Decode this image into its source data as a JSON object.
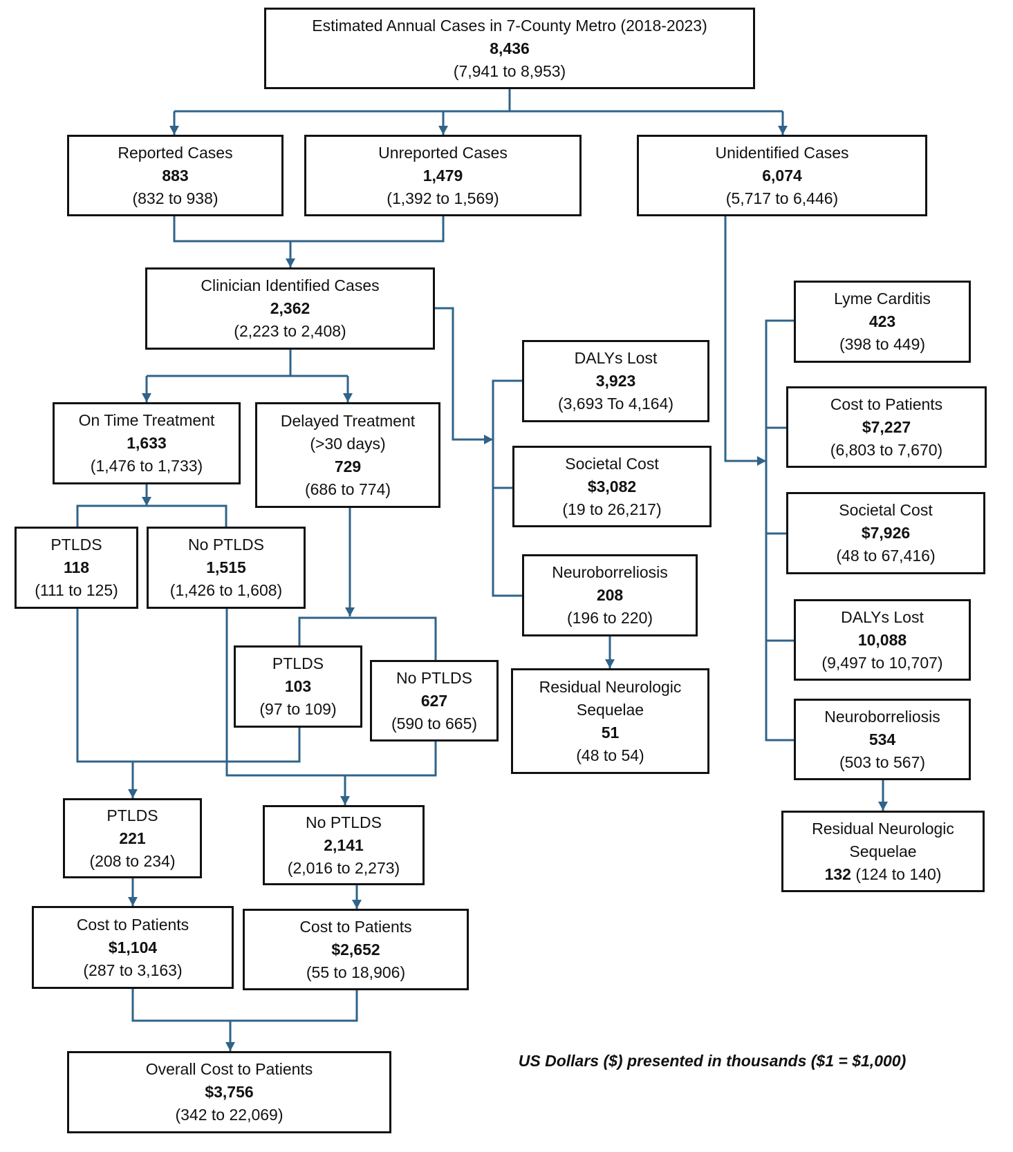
{
  "colors": {
    "connector": "#2f6389",
    "border": "#111111"
  },
  "nodes": {
    "total": {
      "title": "Estimated Annual Cases in 7-County Metro (2018-2023)",
      "value": "8,436",
      "range": "(7,941 to 8,953)"
    },
    "reported": {
      "title": "Reported Cases",
      "value": "883",
      "range": "(832 to 938)"
    },
    "unreported": {
      "title": "Unreported Cases",
      "value": "1,479",
      "range": "(1,392 to 1,569)"
    },
    "unidentified": {
      "title": "Unidentified Cases",
      "value": "6,074",
      "range": "(5,717 to 6,446)"
    },
    "clinician": {
      "title": "Clinician Identified Cases",
      "value": "2,362",
      "range": "(2,223 to 2,408)"
    },
    "on_time": {
      "title": "On Time Treatment",
      "value": "1,633",
      "range": "(1,476 to 1,733)"
    },
    "delayed": {
      "title": "Delayed Treatment",
      "subtitle": "(>30 days)",
      "value": "729",
      "range": "(686 to 774)"
    },
    "on_time_ptlds": {
      "title": "PTLDS",
      "value": "118",
      "range": "(111 to 125)"
    },
    "on_time_no_ptlds": {
      "title": "No PTLDS",
      "value": "1,515",
      "range": "(1,426 to 1,608)"
    },
    "delayed_ptlds": {
      "title": "PTLDS",
      "value": "103",
      "range": "(97 to 109)"
    },
    "delayed_no_ptlds": {
      "title": "No PTLDS",
      "value": "627",
      "range": "(590 to 665)"
    },
    "total_ptlds": {
      "title": "PTLDS",
      "value": "221",
      "range": "(208 to 234)"
    },
    "total_no_ptlds": {
      "title": "No PTLDS",
      "value": "2,141",
      "range": "(2,016 to 2,273)"
    },
    "cost_ptlds": {
      "title": "Cost to Patients",
      "value": "$1,104",
      "range": "(287 to 3,163)"
    },
    "cost_no_ptlds": {
      "title": "Cost to Patients",
      "value": "$2,652",
      "range": "(55 to 18,906)"
    },
    "overall_cost": {
      "title": "Overall Cost to Patients",
      "value": "$3,756",
      "range": "(342 to 22,069)"
    },
    "clin_dalys": {
      "title": "DALYs Lost",
      "value": "3,923",
      "range": "(3,693 To 4,164)"
    },
    "clin_societal": {
      "title": "Societal Cost",
      "value": "$3,082",
      "range": "(19 to 26,217)"
    },
    "clin_neuro": {
      "title": "Neuroborreliosis",
      "value": "208",
      "range": "(196 to 220)"
    },
    "clin_residual": {
      "title": "Residual Neurologic",
      "subtitle": "Sequelae",
      "value": "51",
      "range": "(48 to 54)"
    },
    "unid_carditis": {
      "title": "Lyme Carditis",
      "value": "423",
      "range": "(398 to 449)"
    },
    "unid_cost": {
      "title": "Cost to Patients",
      "value": "$7,227",
      "range": "(6,803 to 7,670)"
    },
    "unid_societal": {
      "title": "Societal Cost",
      "value": "$7,926",
      "range": "(48 to 67,416)"
    },
    "unid_dalys": {
      "title": "DALYs Lost",
      "value": "10,088",
      "range": "(9,497 to 10,707)"
    },
    "unid_neuro": {
      "title": "Neuroborreliosis",
      "value": "534",
      "range": "(503 to 567)"
    },
    "unid_residual": {
      "title": "Residual Neurologic",
      "subtitle": "Sequelae",
      "value": "132",
      "range": "(124 to 140)"
    }
  },
  "footnote": "US Dollars ($) presented in thousands ($1 = $1,000)"
}
